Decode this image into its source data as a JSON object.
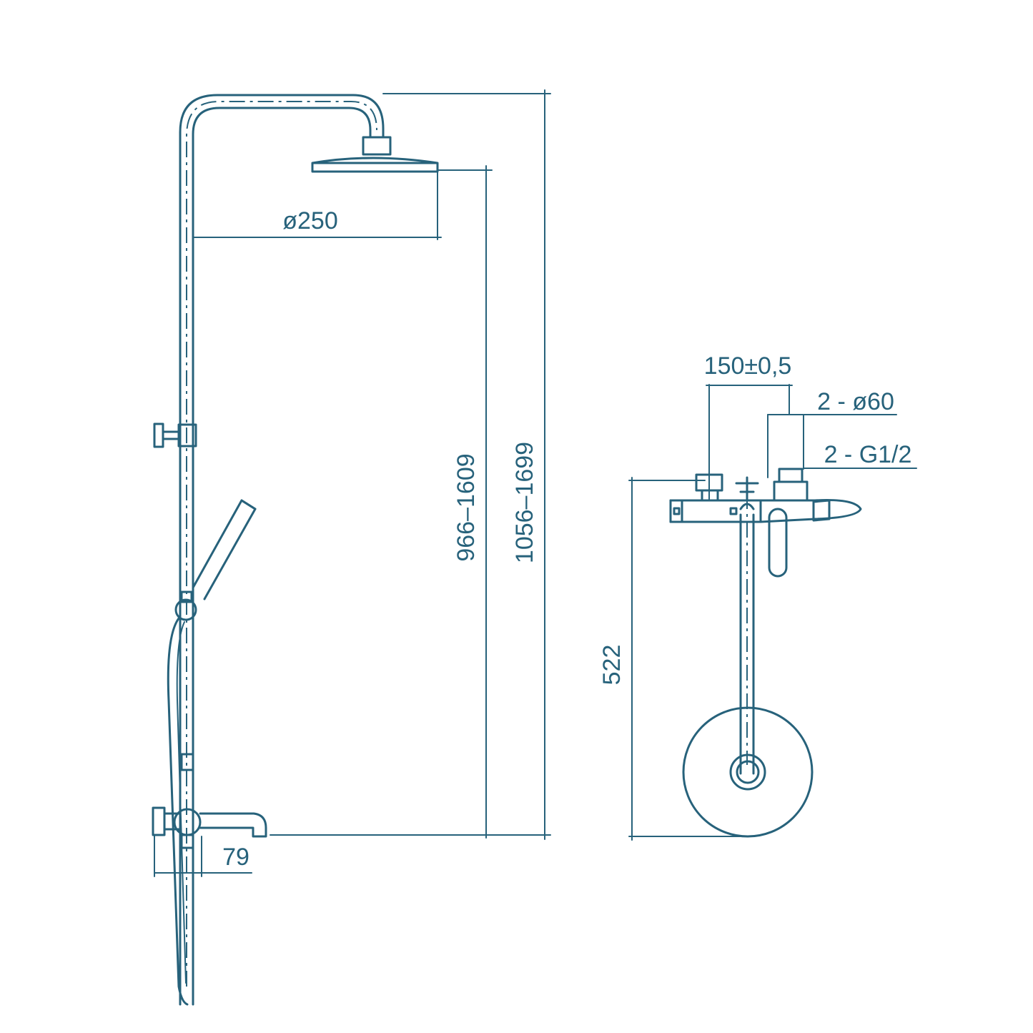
{
  "colors": {
    "line": "#27627b",
    "background": "#ffffff"
  },
  "dimensions": {
    "head_diameter": "ø250",
    "head_height": "966–1609",
    "total_height": "1056–1699",
    "spout_offset": "79",
    "inlet_spacing": "150±0,5",
    "flange": "2 - ø60",
    "thread": "2 - G1/2",
    "side_height": "522"
  }
}
